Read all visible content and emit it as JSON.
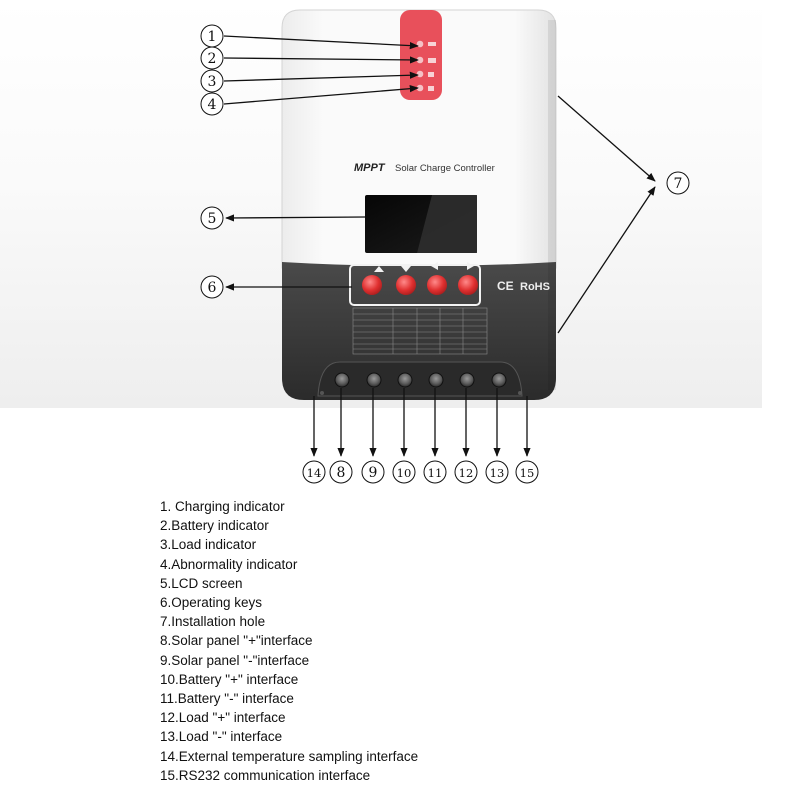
{
  "device": {
    "brand": "MPPT",
    "name": "Solar Charge Controller",
    "certifications": "CE",
    "rohs": "RoHS",
    "colors": {
      "upper_shell": "#f7f7f7",
      "lower_shell": "#3a3a3a",
      "indicator_panel": "#e8505b",
      "key": "#e23b3b",
      "lcd": "#111111"
    }
  },
  "callouts": [
    "1",
    "2",
    "3",
    "4",
    "5",
    "6",
    "7",
    "14",
    "8",
    "9",
    "10",
    "11",
    "12",
    "13",
    "15"
  ],
  "legend": [
    "1. Charging indicator",
    "2.Battery indicator",
    "3.Load indicator",
    "4.Abnormality indicator",
    "5.LCD screen",
    "6.Operating keys",
    "7.Installation hole",
    "8.Solar panel \"+\"interface",
    "9.Solar panel \"-\"interface",
    "10.Battery \"+\" interface",
    "11.Battery \"-\" interface",
    "12.Load \"+\" interface",
    "13.Load \"-\" interface",
    "14.External temperature sampling interface",
    "15.RS232 communication interface"
  ]
}
